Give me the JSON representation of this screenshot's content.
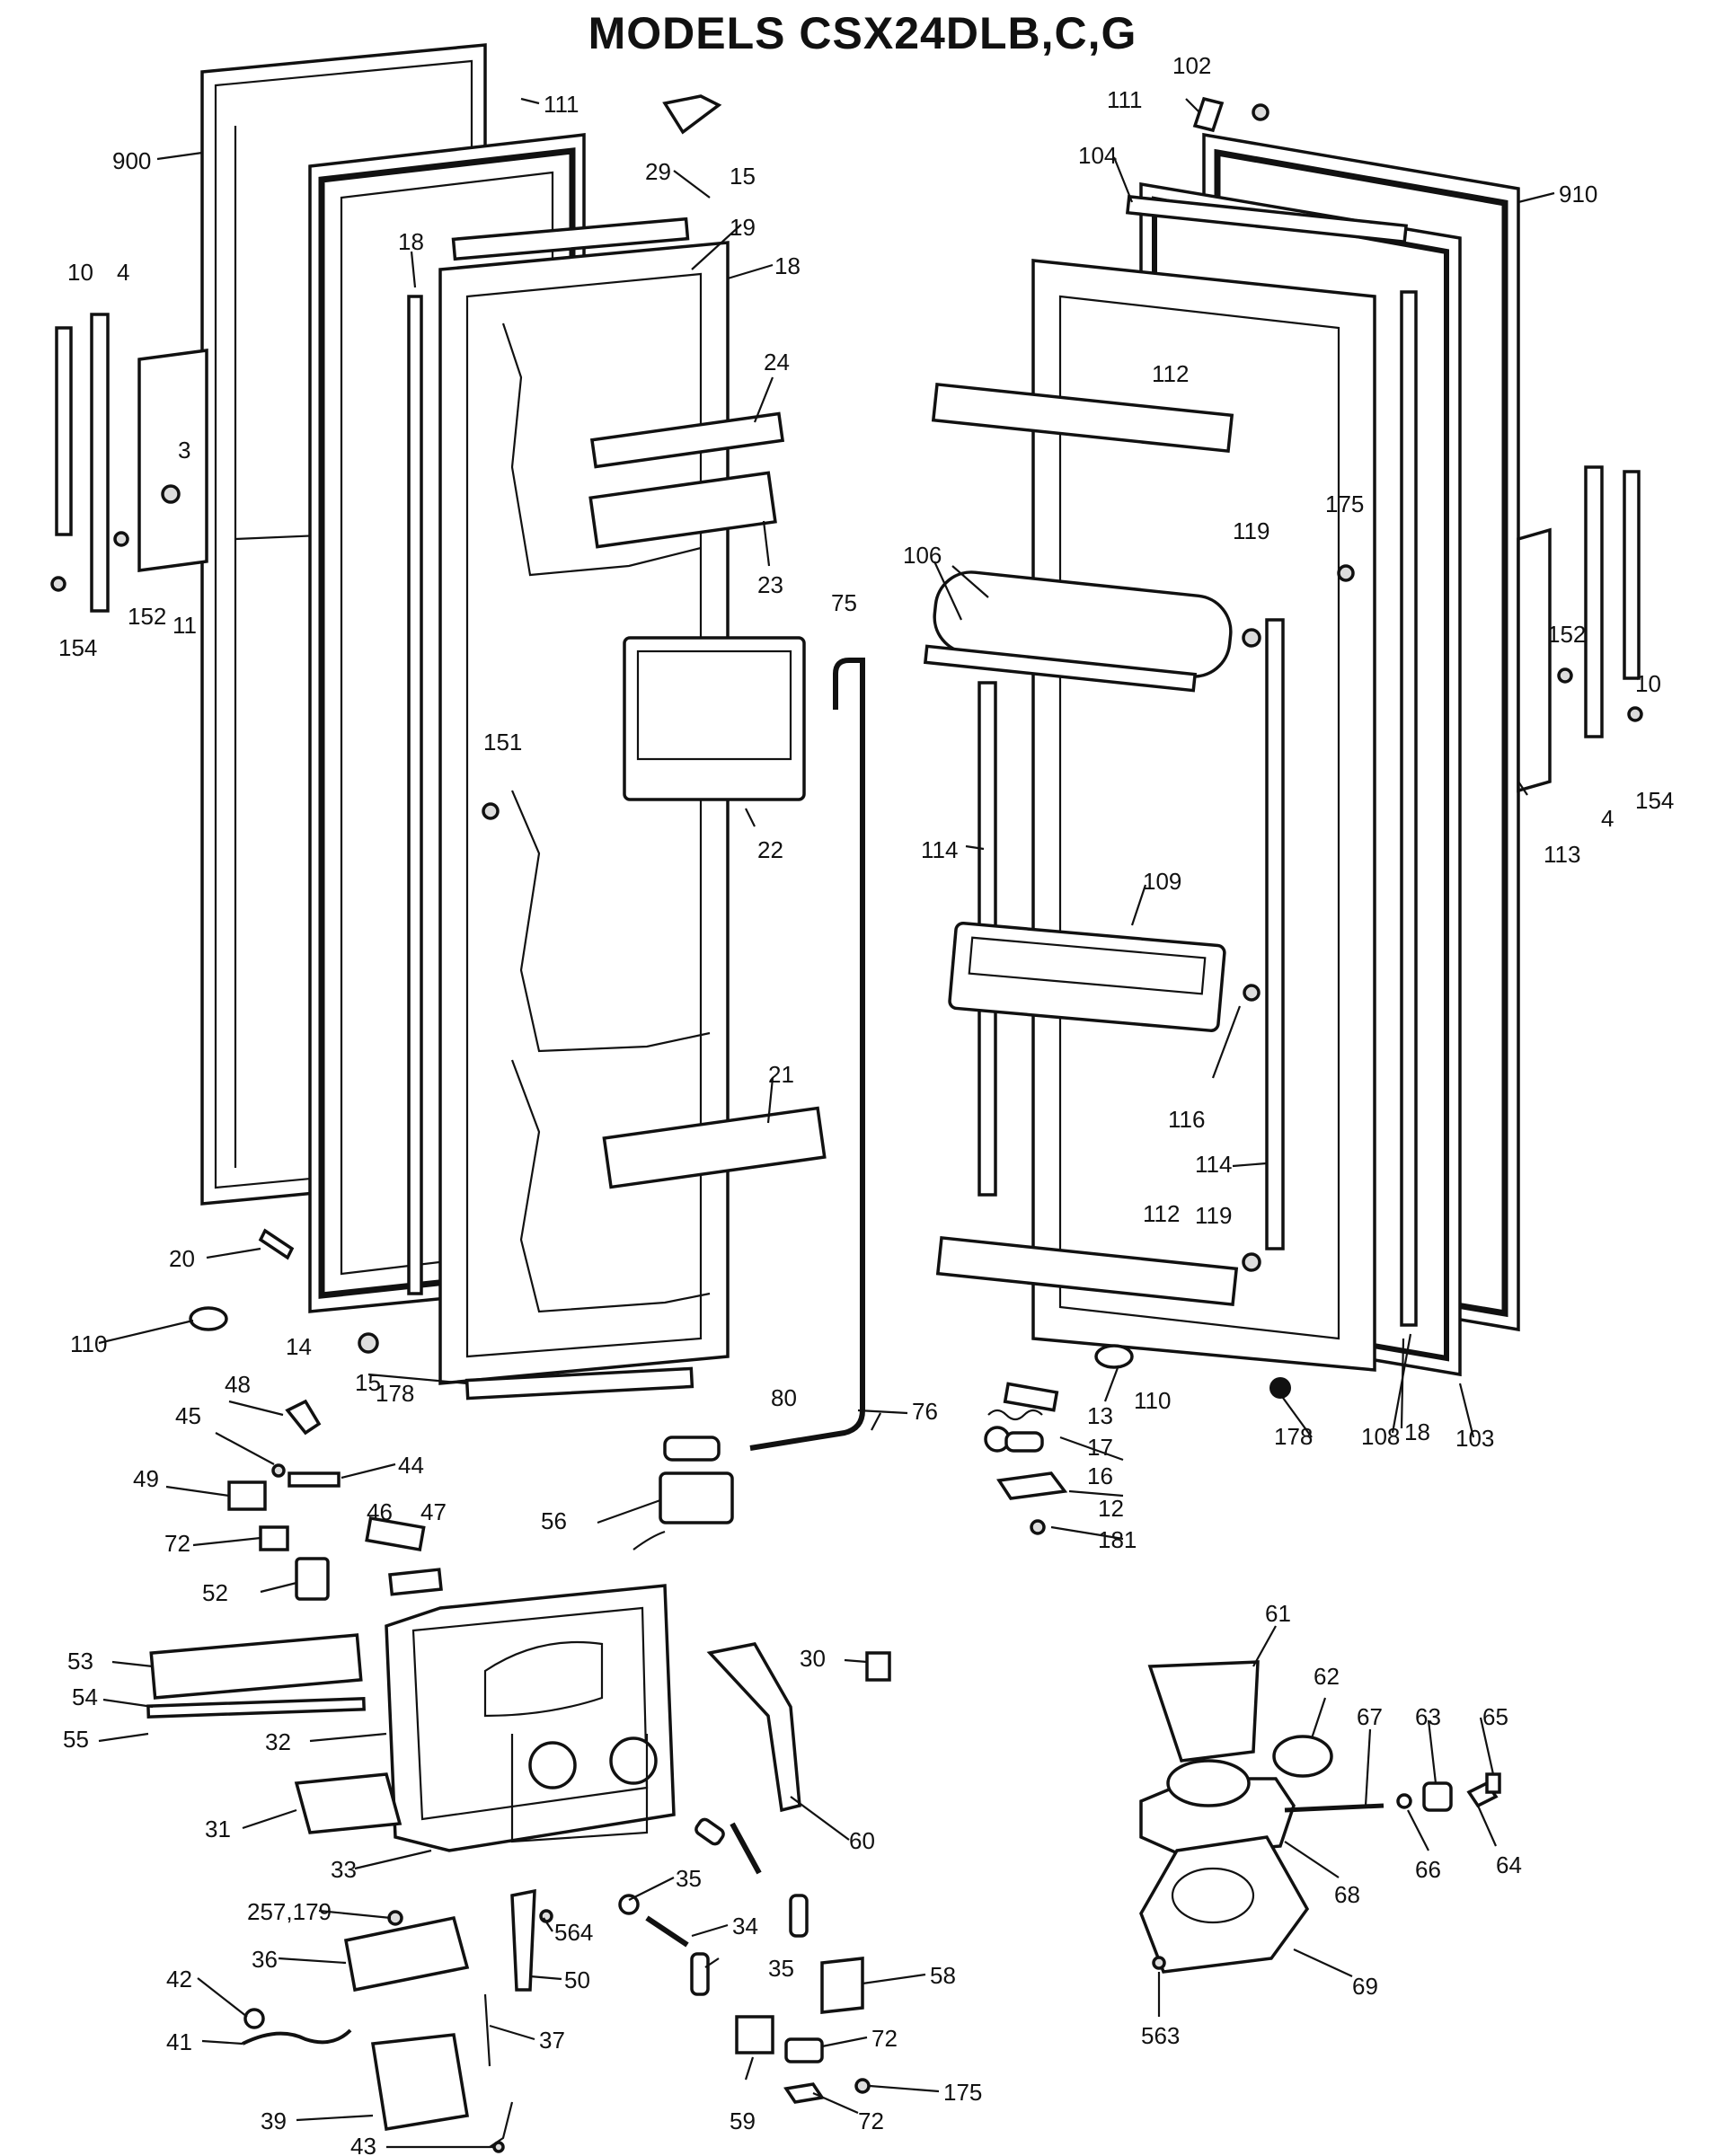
{
  "title": "MODELS CSX24DLB,C,G",
  "labels": {
    "l_900": "900",
    "l_111a": "111",
    "l_29": "29",
    "l_15a": "15",
    "l_19": "19",
    "l_18a": "18",
    "l_18b": "18",
    "l_10a": "10",
    "l_4a": "4",
    "l_3": "3",
    "l_152a": "152",
    "l_154a": "154",
    "l_11": "11",
    "l_24": "24",
    "l_23": "23",
    "l_75": "75",
    "l_151": "151",
    "l_22": "22",
    "l_21": "21",
    "l_20": "20",
    "l_110a": "110",
    "l_14": "14",
    "l_178a": "178",
    "l_15b": "15",
    "l_80": "80",
    "l_76": "76",
    "l_102": "102",
    "l_111b": "111",
    "l_104": "104",
    "l_910": "910",
    "l_112a": "112",
    "l_175a": "175",
    "l_119a": "119",
    "l_106": "106",
    "l_152b": "152",
    "l_10b": "10",
    "l_154b": "154",
    "l_4b": "4",
    "l_113": "113",
    "l_114a": "114",
    "l_109": "109",
    "l_116": "116",
    "l_114b": "114",
    "l_112b": "112",
    "l_119b": "119",
    "l_110b": "110",
    "l_178b": "178",
    "l_108": "108",
    "l_18c": "18",
    "l_103": "103",
    "l_13": "13",
    "l_17": "17",
    "l_16": "16",
    "l_12": "12",
    "l_181": "181",
    "l_48": "48",
    "l_45": "45",
    "l_44": "44",
    "l_49": "49",
    "l_72a": "72",
    "l_46": "46",
    "l_47": "47",
    "l_56": "56",
    "l_52": "52",
    "l_53": "53",
    "l_54": "54",
    "l_55": "55",
    "l_32": "32",
    "l_31": "31",
    "l_30": "30",
    "l_60": "60",
    "l_33": "33",
    "l_35a": "35",
    "l_257": "257,179",
    "l_36": "36",
    "l_564": "564",
    "l_34": "34",
    "l_50": "50",
    "l_35b": "35",
    "l_42": "42",
    "l_41": "41",
    "l_37": "37",
    "l_39": "39",
    "l_43": "43",
    "l_58": "58",
    "l_72b": "72",
    "l_59": "59",
    "l_175b": "175",
    "l_72c": "72",
    "l_61": "61",
    "l_62": "62",
    "l_67": "67",
    "l_63": "63",
    "l_65": "65",
    "l_68": "68",
    "l_66": "66",
    "l_64": "64",
    "l_69": "69",
    "l_563": "563"
  },
  "icons": {
    "left_door": "freezer-door-icon",
    "right_door": "fresh-food-door-icon",
    "dispenser": "dispenser-housing-icon",
    "ice_crusher": "ice-crusher-icon"
  }
}
